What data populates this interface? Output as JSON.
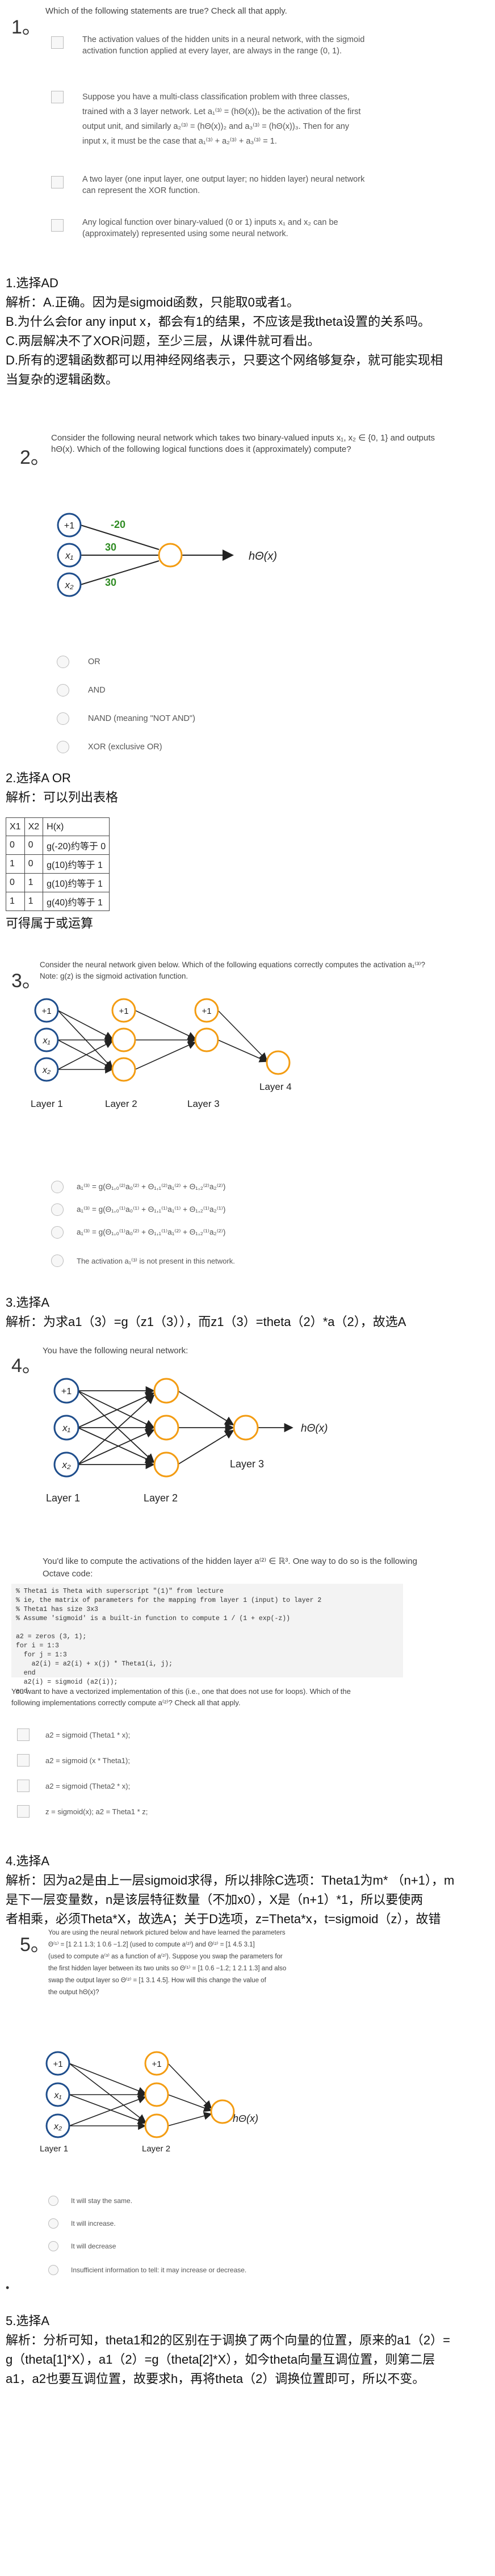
{
  "q1": {
    "number": "1。",
    "prompt": "Which of the following statements are true? Check all that apply.",
    "options": [
      "The activation values of the hidden units in a neural network, with the sigmoid activation function applied at every layer, are always in the range (0, 1).",
      "Suppose you have a multi-class classification problem with three classes, trained with a 3 layer network. Let a₁⁽³⁾ = (hΘ(x))₁ be the activation of the first output unit, and similarly a₂⁽³⁾ = (hΘ(x))₂ and a₃⁽³⁾ = (hΘ(x))₃. Then for any input x, it must be the case that a₁⁽³⁾ + a₂⁽³⁾ + a₃⁽³⁾ = 1.",
      "A two layer (one input layer, one output layer; no hidden layer) neural network can represent the XOR function.",
      "Any logical function over binary-valued (0 or 1) inputs x₁ and x₂ can be (approximately) represented using some neural network."
    ],
    "answer_lines": [
      "1.选择AD",
      "解析：A.正确。因为是sigmoid函数，只能取0或者1。",
      "B.为什么会for any input x，都会有1的结果，不应该是我theta设置的关系吗。",
      "C.两层解决不了XOR问题，至少三层，从课件就可看出。",
      "D.所有的逻辑函数都可以用神经网络表示，只要这个网络够复杂，就可能实现相",
      "当复杂的逻辑函数。"
    ]
  },
  "q2": {
    "number": "2。",
    "prompt": "Consider the following neural network which takes two binary-valued inputs x₁, x₂ ∈ {0, 1} and outputs hΘ(x). Which of the following logical functions does it (approximately) compute?",
    "diagram": {
      "bias": "+1",
      "x1": "x₁",
      "x2": "x₂",
      "w0": "-20",
      "w1": "30",
      "w2": "30",
      "out": "hΘ(x)"
    },
    "options": [
      "OR",
      "AND",
      "NAND (meaning \"NOT AND\")",
      "XOR (exclusive OR)"
    ],
    "answer_lines": [
      "2.选择A OR",
      "解析：可以列出表格"
    ],
    "table": [
      [
        "X1",
        "X2",
        "H(x)"
      ],
      [
        "0",
        "0",
        "g(-20)约等于 0"
      ],
      [
        "1",
        "0",
        "g(10)约等于 1"
      ],
      [
        "0",
        "1",
        "g(10)约等于 1"
      ],
      [
        "1",
        "1",
        "g(40)约等于 1"
      ]
    ],
    "conclusion": "可得属于或运算"
  },
  "q3": {
    "number": "3。",
    "prompt": "Consider the neural network given below. Which of the following equations correctly computes the activation a₁⁽³⁾? Note: g(z) is the sigmoid activation function.",
    "layers": [
      "Layer 1",
      "Layer 2",
      "Layer 3",
      "Layer 4"
    ],
    "nodes": {
      "bias": "+1",
      "x1": "x₁",
      "x2": "x₂"
    },
    "options": [
      "a₁⁽³⁾ = g(Θ₁,₀⁽²⁾a₀⁽²⁾ + Θ₁,₁⁽²⁾a₁⁽²⁾ + Θ₁,₂⁽²⁾a₂⁽²⁾)",
      "a₁⁽³⁾ = g(Θ₁,₀⁽¹⁾a₀⁽¹⁾ + Θ₁,₁⁽¹⁾a₁⁽¹⁾ + Θ₁,₂⁽¹⁾a₂⁽¹⁾)",
      "a₁⁽³⁾ = g(Θ₁,₀⁽¹⁾a₀⁽²⁾ + Θ₁,₁⁽¹⁾a₁⁽²⁾ + Θ₁,₂⁽¹⁾a₂⁽²⁾)",
      "The activation a₁⁽³⁾ is not present in this network."
    ],
    "answer_lines": [
      "3.选择A",
      "解析：为求a1（3）=g（z1（3）），而z1（3）=theta（2）*a（2），故选A"
    ]
  },
  "q4": {
    "number": "4。",
    "prompt": "You have the following neural network:",
    "layers": [
      "Layer 1",
      "Layer 2",
      "Layer 3"
    ],
    "nodes": {
      "bias": "+1",
      "x1": "x₁",
      "x2": "x₂",
      "out": "hΘ(x)"
    },
    "prompt2": "You'd like to compute the activations of the hidden layer a⁽²⁾ ∈ ℝ³. One way to do so is the following Octave code:",
    "code": "% Theta1 is Theta with superscript \"(1)\" from lecture\n% ie, the matrix of parameters for the mapping from layer 1 (input) to layer 2\n% Theta1 has size 3x3\n% Assume 'sigmoid' is a built-in function to compute 1 / (1 + exp(-z))\n\na2 = zeros (3, 1);\nfor i = 1:3\n  for j = 1:3\n    a2(i) = a2(i) + x(j) * Theta1(i, j);\n  end\n  a2(i) = sigmoid (a2(i));\nend",
    "prompt3": "You want to have a vectorized implementation of this (i.e., one that does not use for loops). Which of the following implementations correctly compute a⁽²⁾? Check all that apply.",
    "options": [
      "a2 = sigmoid (Theta1 * x);",
      "a2 = sigmoid (x * Theta1);",
      "a2 = sigmoid (Theta2 * x);",
      "z = sigmoid(x); a2 = Theta1 * z;"
    ],
    "answer_lines": [
      "4.选择A",
      "解析：因为a2是由上一层sigmoid求得，所以排除C选项：Theta1为m* （n+1），m",
      "是下一层变量数，n是该层特征数量（不加x0），X是（n+1）*1，所以要使两",
      "者相乘，必须Theta*X，故选A；关于D选项，z=Theta*x，t=sigmoid（z），故错"
    ]
  },
  "q5": {
    "number": "5。",
    "prompt_lines": [
      "You are using the neural network pictured below and have learned the parameters",
      "Θ⁽¹⁾ = [1 2.1 1.3; 1 0.6 −1.2] (used to compute a⁽²⁾) and Θ⁽²⁾ = [1 4.5 3.1]",
      "(used to compute a⁽³⁾ as a function of a⁽²⁾). Suppose you swap the parameters for",
      "the first hidden layer between its two units so Θ⁽¹⁾ = [1 0.6 −1.2; 1 2.1 1.3] and also",
      "swap the output layer so Θ⁽²⁾ = [1 3.1 4.5]. How will this change the value of",
      "the output hΘ(x)?"
    ],
    "layers": [
      "Layer 1",
      "Layer 2"
    ],
    "nodes": {
      "bias": "+1",
      "x1": "x₁",
      "x2": "x₂",
      "out": "hΘ(x)"
    },
    "options": [
      "It will stay the same.",
      "It will increase.",
      "It will decrease",
      "Insufficient information to tell: it may increase or decrease."
    ],
    "bullet": "•",
    "answer_lines": [
      "5.选择A",
      "解析：分析可知，theta1和2的区别在于调换了两个向量的位置，原来的a1（2）=",
      "g（theta[1]*X），a1（2）=g（theta[2]*X），如今theta向量互调位置，则第二层",
      "a1，a2也要互调位置，故要求h，再将theta（2）调换位置即可，所以不变。"
    ]
  }
}
